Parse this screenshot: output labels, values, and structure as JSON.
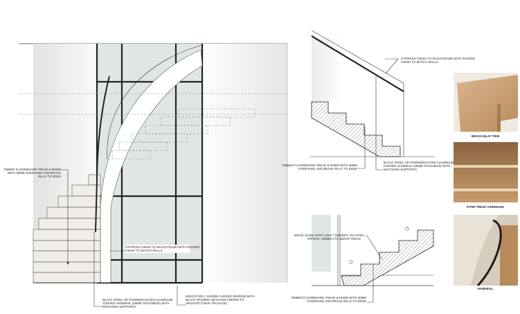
{
  "elevation": {
    "labels": {
      "tread": [
        "TIMBER FLOORBOARD TREAD & RISER",
        "WITH 30MM OVERHANG AND BRASS",
        "INLAY TO EDGE"
      ],
      "gyprock": [
        "GYPROCK FINISH TO BALUSTRADE WITH PAINTED",
        "FINISH TO MATCH WALLS"
      ],
      "handrail": [
        "BLACK STEEL OR POWDERCOATED ALUMINIUM",
        "CURVED HANDRAIL (30MM THICKNESS) WITH",
        "MATCHING SUPPORTS"
      ],
      "window": [
        "INDICATIVELY SHOWN CURVED WINDOW WITH",
        "BLACK FRAMING DETAILING (REFER TO",
        "ARCHITECTURAL PACKAGE)"
      ]
    }
  },
  "section_a": {
    "labels": {
      "gyprock": [
        "GYPROCK FINISH TO BALUSTRADE WITH PAINTED",
        "FINISH TO MATCH WALLS"
      ],
      "tread": [
        "TIMBER FLOORBOARD TREAD & RISER WITH 30MM",
        "OVERHANG AND BRASS INLAY TO EDGE"
      ],
      "handrail": [
        "BLACK STEEL OR POWDERCOATED ALUMINIUM",
        "CURVED HANDRAIL (30MM THICKNESS) WITH",
        "MATCHING SUPPORTS"
      ]
    }
  },
  "section_b": {
    "labels": {
      "light": [
        "WHITE GLOW STEP LIGHT TO EVERY 4TH STEP,",
        "APPROX. 200MM CTC ABOVE TREAD"
      ],
      "tread": [
        "TIMBER FLOORBOARD TREAD & RISER WITH 30MM",
        "OVERHANG AND BRASS INLAY TO EDGE"
      ]
    }
  },
  "photos": [
    {
      "caption": "BRASS INLAY TRIM"
    },
    {
      "caption": "STAIR TREAD OVERHANG"
    },
    {
      "caption": "HANDRAIL"
    }
  ]
}
